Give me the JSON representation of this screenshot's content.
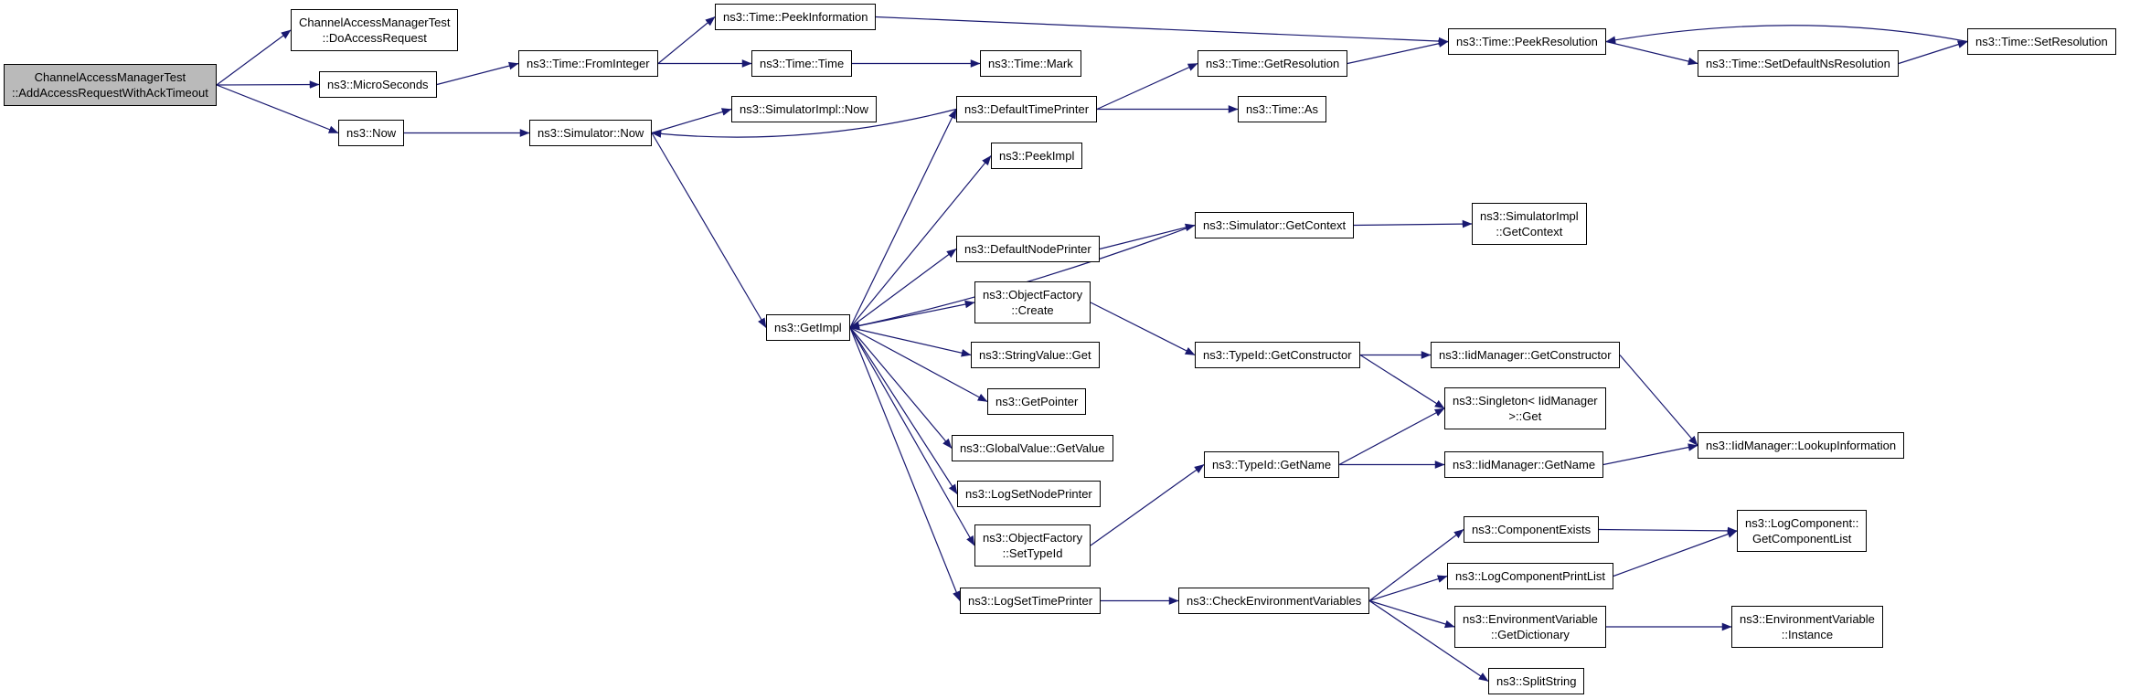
{
  "graph": {
    "type": "call-graph",
    "colors": {
      "edge": "#191970",
      "node_border": "#000000",
      "node_fill": "#ffffff",
      "root_fill": "#bababa",
      "background": "#ffffff"
    },
    "nodes": {
      "root": {
        "label": "ChannelAccessManagerTest\n::AddAccessRequestWithAckTimeout"
      },
      "do-access-request": {
        "label": "ChannelAccessManagerTest\n::DoAccessRequest"
      },
      "microseconds": {
        "label": "ns3::MicroSeconds"
      },
      "now": {
        "label": "ns3::Now"
      },
      "from-integer": {
        "label": "ns3::Time::FromInteger"
      },
      "simulator-now": {
        "label": "ns3::Simulator::Now"
      },
      "peek-information": {
        "label": "ns3::Time::PeekInformation"
      },
      "time-time": {
        "label": "ns3::Time::Time"
      },
      "simulator-impl-now": {
        "label": "ns3::SimulatorImpl::Now"
      },
      "time-mark": {
        "label": "ns3::Time::Mark"
      },
      "default-time-printer": {
        "label": "ns3::DefaultTimePrinter"
      },
      "peek-impl": {
        "label": "ns3::PeekImpl"
      },
      "get-resolution": {
        "label": "ns3::Time::GetResolution"
      },
      "time-as": {
        "label": "ns3::Time::As"
      },
      "peek-resolution": {
        "label": "ns3::Time::PeekResolution"
      },
      "set-default-ns-resolution": {
        "label": "ns3::Time::SetDefaultNsResolution"
      },
      "set-resolution": {
        "label": "ns3::Time::SetResolution"
      },
      "get-impl": {
        "label": "ns3::GetImpl"
      },
      "simulator-get-context": {
        "label": "ns3::Simulator::GetContext"
      },
      "simulator-impl-get-context": {
        "label": "ns3::SimulatorImpl\n::GetContext"
      },
      "default-node-printer": {
        "label": "ns3::DefaultNodePrinter"
      },
      "object-factory-create": {
        "label": "ns3::ObjectFactory\n::Create"
      },
      "string-value-get": {
        "label": "ns3::StringValue::Get"
      },
      "get-pointer": {
        "label": "ns3::GetPointer"
      },
      "global-value-get-value": {
        "label": "ns3::GlobalValue::GetValue"
      },
      "log-set-node-printer": {
        "label": "ns3::LogSetNodePrinter"
      },
      "object-factory-set-type-id": {
        "label": "ns3::ObjectFactory\n::SetTypeId"
      },
      "log-set-time-printer": {
        "label": "ns3::LogSetTimePrinter"
      },
      "type-id-get-constructor": {
        "label": "ns3::TypeId::GetConstructor"
      },
      "iid-manager-get-constructor": {
        "label": "ns3::IidManager::GetConstructor"
      },
      "singleton-get": {
        "label": "ns3::Singleton< IidManager\n>::Get"
      },
      "type-id-get-name": {
        "label": "ns3::TypeId::GetName"
      },
      "iid-manager-get-name": {
        "label": "ns3::IidManager::GetName"
      },
      "lookup-information": {
        "label": "ns3::IidManager::LookupInformation"
      },
      "check-environment-variables": {
        "label": "ns3::CheckEnvironmentVariables"
      },
      "component-exists": {
        "label": "ns3::ComponentExists"
      },
      "get-component-list": {
        "label": "ns3::LogComponent::\nGetComponentList"
      },
      "log-component-print-list": {
        "label": "ns3::LogComponentPrintList"
      },
      "environment-variable-get-dictionary": {
        "label": "ns3::EnvironmentVariable\n::GetDictionary"
      },
      "environment-variable-instance": {
        "label": "ns3::EnvironmentVariable\n::Instance"
      },
      "split-string": {
        "label": "ns3::SplitString"
      }
    },
    "edges": [
      {
        "from": "root",
        "to": "do-access-request"
      },
      {
        "from": "root",
        "to": "microseconds"
      },
      {
        "from": "root",
        "to": "now"
      },
      {
        "from": "microseconds",
        "to": "from-integer"
      },
      {
        "from": "now",
        "to": "simulator-now"
      },
      {
        "from": "from-integer",
        "to": "peek-information"
      },
      {
        "from": "from-integer",
        "to": "time-time"
      },
      {
        "from": "time-time",
        "to": "time-mark"
      },
      {
        "from": "peek-information",
        "to": "peek-resolution"
      },
      {
        "from": "simulator-now",
        "to": "simulator-impl-now"
      },
      {
        "from": "simulator-now",
        "to": "get-impl"
      },
      {
        "from": "default-time-printer",
        "to": "simulator-now",
        "via": [
          880,
          162
        ]
      },
      {
        "from": "default-time-printer",
        "to": "get-resolution"
      },
      {
        "from": "default-time-printer",
        "to": "time-as"
      },
      {
        "from": "get-resolution",
        "to": "peek-resolution"
      },
      {
        "from": "peek-resolution",
        "to": "set-default-ns-resolution"
      },
      {
        "from": "set-default-ns-resolution",
        "to": "set-resolution"
      },
      {
        "from": "set-resolution",
        "to": "peek-resolution",
        "via": [
          1966,
          10
        ]
      },
      {
        "from": "get-impl",
        "to": "default-time-printer"
      },
      {
        "from": "get-impl",
        "to": "peek-impl"
      },
      {
        "from": "get-impl",
        "to": "default-node-printer"
      },
      {
        "from": "default-node-printer",
        "to": "simulator-get-context"
      },
      {
        "from": "simulator-get-context",
        "to": "simulator-impl-get-context"
      },
      {
        "from": "simulator-get-context",
        "to": "get-impl",
        "via": [
          1110,
          320
        ]
      },
      {
        "from": "get-impl",
        "to": "object-factory-create"
      },
      {
        "from": "object-factory-create",
        "to": "type-id-get-constructor"
      },
      {
        "from": "type-id-get-constructor",
        "to": "iid-manager-get-constructor"
      },
      {
        "from": "type-id-get-constructor",
        "to": "singleton-get"
      },
      {
        "from": "iid-manager-get-constructor",
        "to": "lookup-information"
      },
      {
        "from": "get-impl",
        "to": "string-value-get"
      },
      {
        "from": "get-impl",
        "to": "get-pointer"
      },
      {
        "from": "get-impl",
        "to": "global-value-get-value"
      },
      {
        "from": "get-impl",
        "to": "log-set-node-printer"
      },
      {
        "from": "get-impl",
        "to": "object-factory-set-type-id"
      },
      {
        "from": "object-factory-set-type-id",
        "to": "type-id-get-name"
      },
      {
        "from": "type-id-get-name",
        "to": "iid-manager-get-name"
      },
      {
        "from": "type-id-get-name",
        "to": "singleton-get"
      },
      {
        "from": "iid-manager-get-name",
        "to": "lookup-information"
      },
      {
        "from": "get-impl",
        "to": "log-set-time-printer"
      },
      {
        "from": "log-set-time-printer",
        "to": "check-environment-variables"
      },
      {
        "from": "check-environment-variables",
        "to": "component-exists"
      },
      {
        "from": "check-environment-variables",
        "to": "log-component-print-list"
      },
      {
        "from": "check-environment-variables",
        "to": "environment-variable-get-dictionary"
      },
      {
        "from": "check-environment-variables",
        "to": "split-string"
      },
      {
        "from": "component-exists",
        "to": "get-component-list"
      },
      {
        "from": "log-component-print-list",
        "to": "get-component-list"
      },
      {
        "from": "environment-variable-get-dictionary",
        "to": "environment-variable-instance"
      }
    ]
  }
}
